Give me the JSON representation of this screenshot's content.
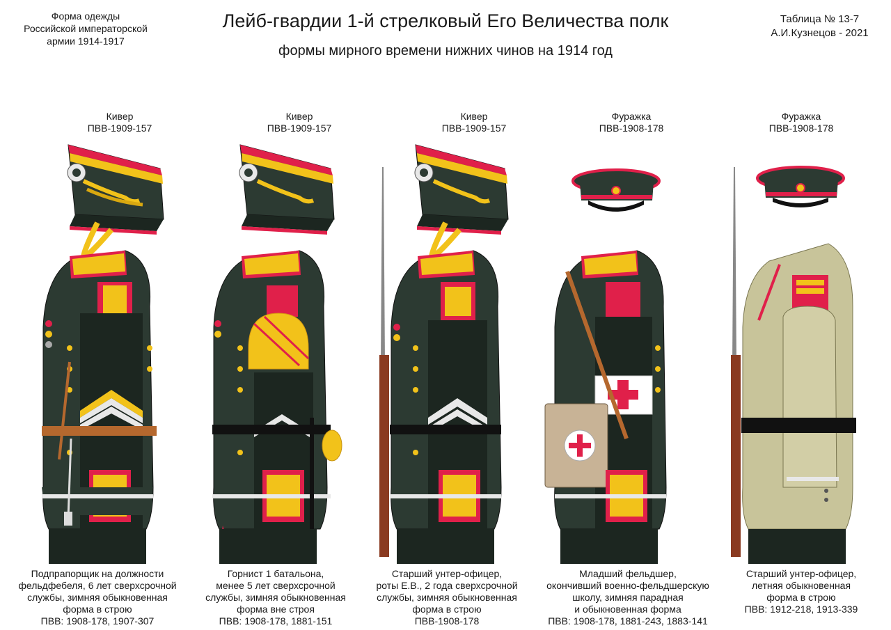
{
  "header": {
    "left_lines": [
      "Форма одежды",
      "Российской императорской",
      "армии  1914-1917"
    ],
    "title": "Лейб-гвардии 1-й стрелковый Его Величества полк",
    "subtitle": "формы мирного времени нижних чинов  на 1914 год",
    "right_lines": [
      "Таблица № 13-7",
      "А.И.Кузнецов - 2021"
    ]
  },
  "figures": [
    {
      "hat_name": "Кивер",
      "hat_code": "ПВВ-1909-157",
      "caption_lines": [
        "Подпрапорщик на должности",
        "фельдфебеля,  6 лет сверхсрочной",
        "службы, зимняя обыкновенная",
        "форма в строю",
        "ПВВ: 1908-178, 1907-307"
      ]
    },
    {
      "hat_name": "Кивер",
      "hat_code": "ПВВ-1909-157",
      "caption_lines": [
        "Горнист 1 батальона,",
        "менее 5 лет сверхсрочной",
        "службы, зимняя обыкновенная",
        "форма вне строя",
        "ПВВ: 1908-178, 1881-151"
      ]
    },
    {
      "hat_name": "Кивер",
      "hat_code": "ПВВ-1909-157",
      "caption_lines": [
        "Старший унтер-офицер,",
        "роты Е.В., 2 года сверхсрочной",
        "службы, зимняя обыкновенная",
        "форма в строю",
        "ПВВ-1908-178"
      ]
    },
    {
      "hat_name": "Фуражка",
      "hat_code": "ПВВ-1908-178",
      "caption_lines": [
        "Младший фельдшер,",
        "окончивший военно-фельдшерскую",
        "школу, зимняя парадная",
        "и обыкновенная форма",
        "ПВВ: 1908-178, 1881-243, 1883-141"
      ]
    },
    {
      "hat_name": "Фуражка",
      "hat_code": "ПВВ-1908-178",
      "caption_lines": [
        "Старший унтер-офицер,",
        "летняя обыкновенная",
        "форма в строю",
        "ПВВ: 1912-218, 1913-339"
      ]
    }
  ],
  "colors": {
    "tunic_green": "#2c3a32",
    "tunic_dark": "#1c2620",
    "crimson": "#e0204a",
    "gold": "#f2c21a",
    "khaki": "#c8c49a",
    "leather": "#b5682e",
    "white_stripe": "#e8e8e8"
  }
}
